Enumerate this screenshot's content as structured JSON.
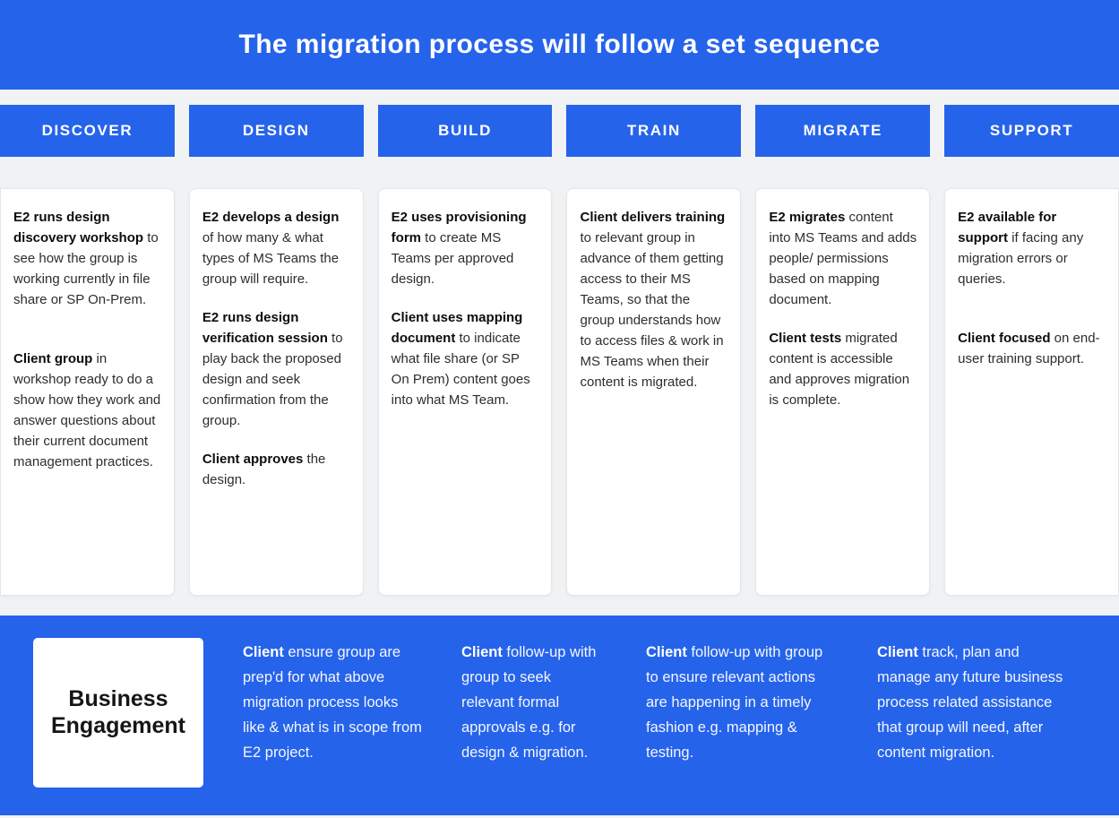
{
  "page": {
    "title": "The migration process will follow a set sequence"
  },
  "colors": {
    "accent_blue": "#2563eb",
    "page_background": "#f1f2f4",
    "card_background": "#ffffff",
    "card_text": "#2d2d2d",
    "band_text": "#ffffff"
  },
  "stages": [
    {
      "label": "DISCOVER",
      "card": {
        "paragraphs": [
          {
            "lead": "E2 runs design discovery workshop",
            "rest": " to see how the group is working currently in file share or SP On-Prem."
          },
          {
            "lead": "Client group",
            "rest": " in workshop ready to do a show how they work and answer questions about their current document management practices."
          }
        ]
      }
    },
    {
      "label": "DESIGN",
      "card": {
        "paragraphs": [
          {
            "lead": "E2 develops a design",
            "rest": " of how many & what types of MS Teams the group will require."
          },
          {
            "lead": "E2 runs design verification session",
            "rest": " to play back the proposed design and seek confirmation from the group."
          },
          {
            "lead": "Client approves",
            "rest": " the design."
          }
        ]
      }
    },
    {
      "label": "BUILD",
      "card": {
        "paragraphs": [
          {
            "lead": "E2 uses provisioning form",
            "rest": " to create MS Teams per approved design."
          },
          {
            "lead": "Client uses mapping document",
            "rest": " to indicate what file share (or SP On Prem) content goes into what MS Team."
          }
        ]
      }
    },
    {
      "label": "TRAIN",
      "card": {
        "paragraphs": [
          {
            "lead": "Client delivers training",
            "rest": " to relevant group in advance of them getting access to their MS Teams, so that the group understands how to access files & work in MS Teams when their content is migrated."
          }
        ]
      }
    },
    {
      "label": "MIGRATE",
      "card": {
        "paragraphs": [
          {
            "lead": "E2 migrates",
            "rest": " content into MS Teams and adds people/ permissions based on mapping document."
          },
          {
            "lead": "Client tests",
            "rest": " migrated content is accessible and approves migration is complete."
          }
        ]
      }
    },
    {
      "label": "SUPPORT",
      "card": {
        "paragraphs": [
          {
            "lead": "E2 available for support",
            "rest": " if facing any migration errors or queries."
          },
          {
            "lead": "Client focused",
            "rest": " on end-user training support."
          }
        ]
      }
    }
  ],
  "business_engagement": {
    "label": "Business Engagement",
    "items": [
      {
        "lead": "Client",
        "rest": " ensure group are prep'd for what above migration process looks like & what is in scope from E2 project."
      },
      {
        "lead": "Client",
        "rest": " follow-up with group to seek relevant formal approvals e.g. for design & migration."
      },
      {
        "lead": "Client",
        "rest": " follow-up with group to ensure relevant actions are happening in a timely fashion e.g. mapping & testing."
      },
      {
        "lead": "Client",
        "rest": " track, plan and manage any future business process related assistance that group will need, after content migration."
      }
    ]
  }
}
